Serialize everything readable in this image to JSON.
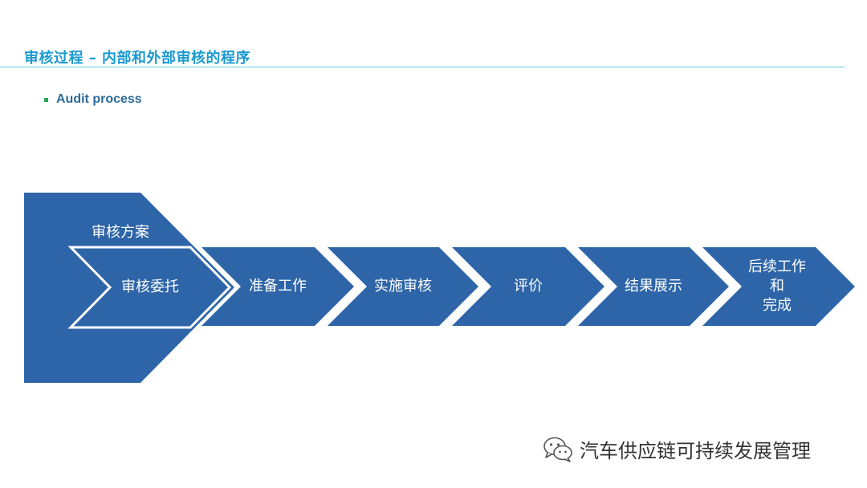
{
  "slide": {
    "title": "审核过程 – 内部和外部审核的程序",
    "bullet": "Audit process"
  },
  "diagram": {
    "outer_stage": "审核方案",
    "steps": [
      {
        "label": "审核委托"
      },
      {
        "label": "准备工作"
      },
      {
        "label": "实施审核"
      },
      {
        "label": "评价"
      },
      {
        "label": "结果展示"
      },
      {
        "label": "后续工作\n和\n完成"
      }
    ]
  },
  "watermark": {
    "text": "汽车供应链可持续发展管理",
    "icon": "wechat-icon"
  },
  "colors": {
    "title": "#1a9ad0",
    "rule": "#66c7e0",
    "bullet_mark": "#2ea35a",
    "bullet_text": "#2b6a99",
    "arrow_fill": "#2e65a8",
    "arrow_text": "#ffffff"
  }
}
